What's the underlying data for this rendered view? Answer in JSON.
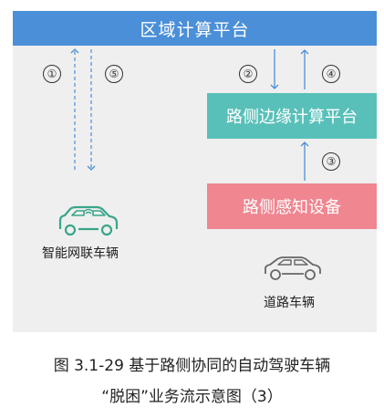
{
  "nodes": {
    "regional_platform": "区域计算平台",
    "edge_platform": "路侧边缘计算平台",
    "roadside_device": "路侧感知设备"
  },
  "steps": [
    "①",
    "②",
    "③",
    "④",
    "⑤"
  ],
  "vehicles": {
    "connected": "智能网联车辆",
    "road": "道路车辆"
  },
  "caption": {
    "line1": "图 3.1-29  基于路侧协同的自动驾驶车辆",
    "line2": "“脱困”业务流示意图（3）"
  },
  "colors": {
    "regional": "#4a8fd8",
    "edge": "#59c0b9",
    "device": "#ef8690",
    "connected_car": "#3aa58a",
    "road_car": "#666666"
  }
}
